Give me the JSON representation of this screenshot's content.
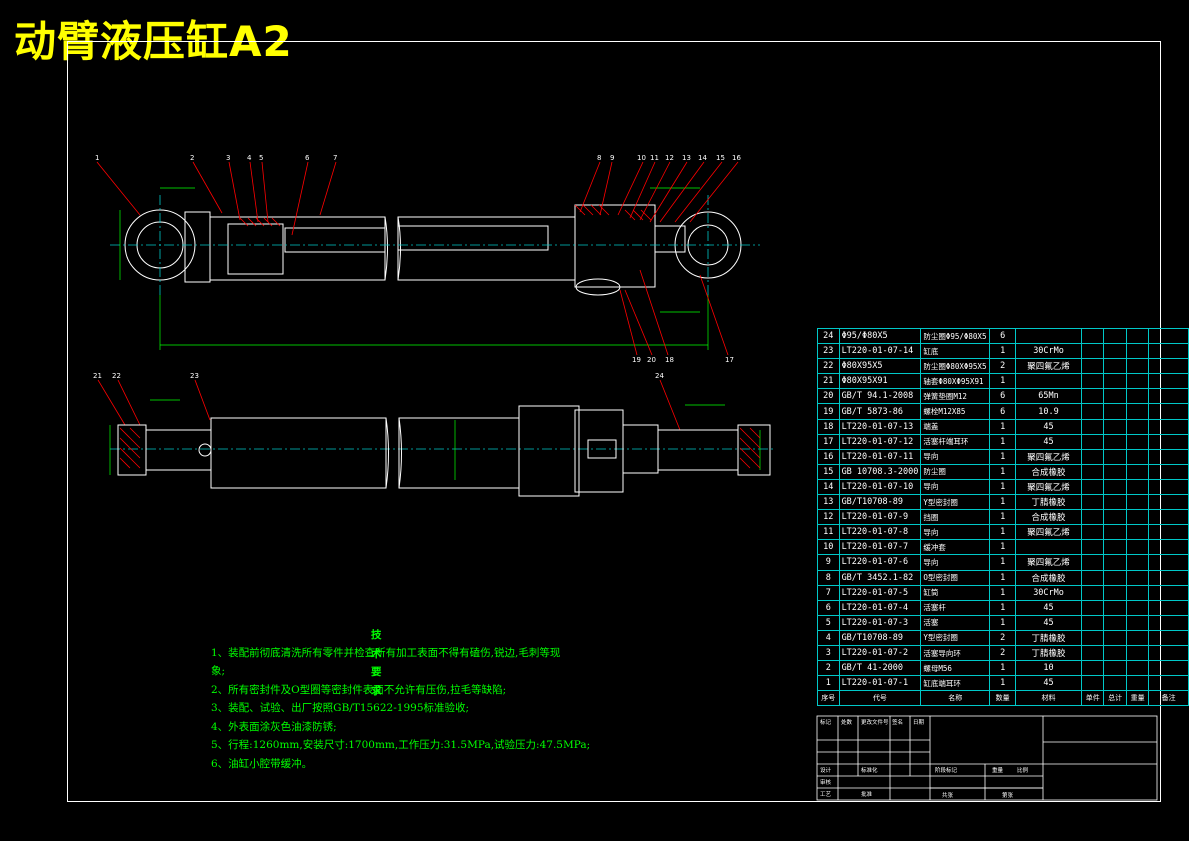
{
  "title": "动臂液压缸A2",
  "tech_requirements": {
    "heading": "技术要求",
    "lines": [
      "1、装配前彻底清洗所有零件并检查所有加工表面不得有磕伤,锐边,毛刺等现",
      "象;",
      "2、所有密封件及O型圈等密封件表面不允许有压伤,拉毛等缺陷;",
      "3、装配、试验、出厂按照GB/T15622-1995标准验收;",
      "4、外表面涂灰色油漆防锈;",
      "5、行程:1260mm,安装尺寸:1700mm,工作压力:31.5MPa,试验压力:47.5MPa;",
      "6、油缸小腔带缓冲。"
    ]
  },
  "bom": [
    {
      "no": "24",
      "code": "Φ95/Φ80X5",
      "name": "防尘圈Φ95/Φ80X5",
      "qty": "6",
      "material": ""
    },
    {
      "no": "23",
      "code": "LT220-01-07-14",
      "name": "缸底",
      "qty": "1",
      "material": "30CrMo"
    },
    {
      "no": "22",
      "code": "Φ80X95X5",
      "name": "防尘圈Φ80XΦ95X5",
      "qty": "2",
      "material": "聚四氟乙烯"
    },
    {
      "no": "21",
      "code": "Φ80X95X91",
      "name": "轴套Φ80XΦ95X91",
      "qty": "1",
      "material": ""
    },
    {
      "no": "20",
      "code": "GB/T 94.1-2008",
      "name": "弹簧垫圈M12",
      "qty": "6",
      "material": "65Mn"
    },
    {
      "no": "19",
      "code": "GB/T 5873-86",
      "name": "螺栓M12X85",
      "qty": "6",
      "material": "10.9"
    },
    {
      "no": "18",
      "code": "LT220-01-07-13",
      "name": "端盖",
      "qty": "1",
      "material": "45"
    },
    {
      "no": "17",
      "code": "LT220-01-07-12",
      "name": "活塞杆端耳环",
      "qty": "1",
      "material": "45"
    },
    {
      "no": "16",
      "code": "LT220-01-07-11",
      "name": "导向",
      "qty": "1",
      "material": "聚四氟乙烯"
    },
    {
      "no": "15",
      "code": "GB 10708.3-2000",
      "name": "防尘圈",
      "qty": "1",
      "material": "合成橡胶"
    },
    {
      "no": "14",
      "code": "LT220-01-07-10",
      "name": "导向",
      "qty": "1",
      "material": "聚四氟乙烯"
    },
    {
      "no": "13",
      "code": "GB/T10708-89",
      "name": "Y型密封圈",
      "qty": "1",
      "material": "丁腈橡胶"
    },
    {
      "no": "12",
      "code": "LT220-01-07-9",
      "name": "挡圈",
      "qty": "1",
      "material": "合成橡胶"
    },
    {
      "no": "11",
      "code": "LT220-01-07-8",
      "name": "导向",
      "qty": "1",
      "material": "聚四氟乙烯"
    },
    {
      "no": "10",
      "code": "LT220-01-07-7",
      "name": "缓冲套",
      "qty": "1",
      "material": ""
    },
    {
      "no": "9",
      "code": "LT220-01-07-6",
      "name": "导向",
      "qty": "1",
      "material": "聚四氟乙烯"
    },
    {
      "no": "8",
      "code": "GB/T 3452.1-82",
      "name": "O型密封圈",
      "qty": "1",
      "material": "合成橡胶"
    },
    {
      "no": "7",
      "code": "LT220-01-07-5",
      "name": "缸筒",
      "qty": "1",
      "material": "30CrMo"
    },
    {
      "no": "6",
      "code": "LT220-01-07-4",
      "name": "活塞杆",
      "qty": "1",
      "material": "45"
    },
    {
      "no": "5",
      "code": "LT220-01-07-3",
      "name": "活塞",
      "qty": "1",
      "material": "45"
    },
    {
      "no": "4",
      "code": "GB/T10708-89",
      "name": "Y型密封圈",
      "qty": "2",
      "material": "丁腈橡胶"
    },
    {
      "no": "3",
      "code": "LT220-01-07-2",
      "name": "活塞导向环",
      "qty": "2",
      "material": "丁腈橡胶"
    },
    {
      "no": "2",
      "code": "GB/T 41-2000",
      "name": "螺母M56",
      "qty": "1",
      "material": "10"
    },
    {
      "no": "1",
      "code": "LT220-01-07-1",
      "name": "缸底端耳环",
      "qty": "1",
      "material": "45"
    }
  ],
  "bom_header": [
    "序号",
    "代号",
    "名称",
    "数量",
    "材料",
    "单件",
    "总计",
    "重量",
    "备注"
  ],
  "title_block": [
    "标记",
    "处数",
    "更改文件号",
    "签名",
    "日期",
    "设计",
    "标准化",
    "审核",
    "工艺",
    "批准",
    "阶段标记",
    "重量",
    "比例",
    "共张",
    "第张"
  ],
  "balloons_top": [
    "1",
    "2",
    "3",
    "4",
    "5",
    "6",
    "7",
    "8",
    "9",
    "10",
    "11",
    "12",
    "13",
    "14",
    "15",
    "16"
  ],
  "balloons_bottom": [
    "19",
    "20",
    "18",
    "17"
  ],
  "balloons_sec": [
    "21",
    "22",
    "23",
    "24"
  ],
  "colors": {
    "title": "#ffff00",
    "lines": "#ffffff",
    "leaders": "#ff0000",
    "dims": "#00ff00",
    "centerline": "#00c8c8",
    "hatch": "#ff0000",
    "text": "#00ff00"
  }
}
